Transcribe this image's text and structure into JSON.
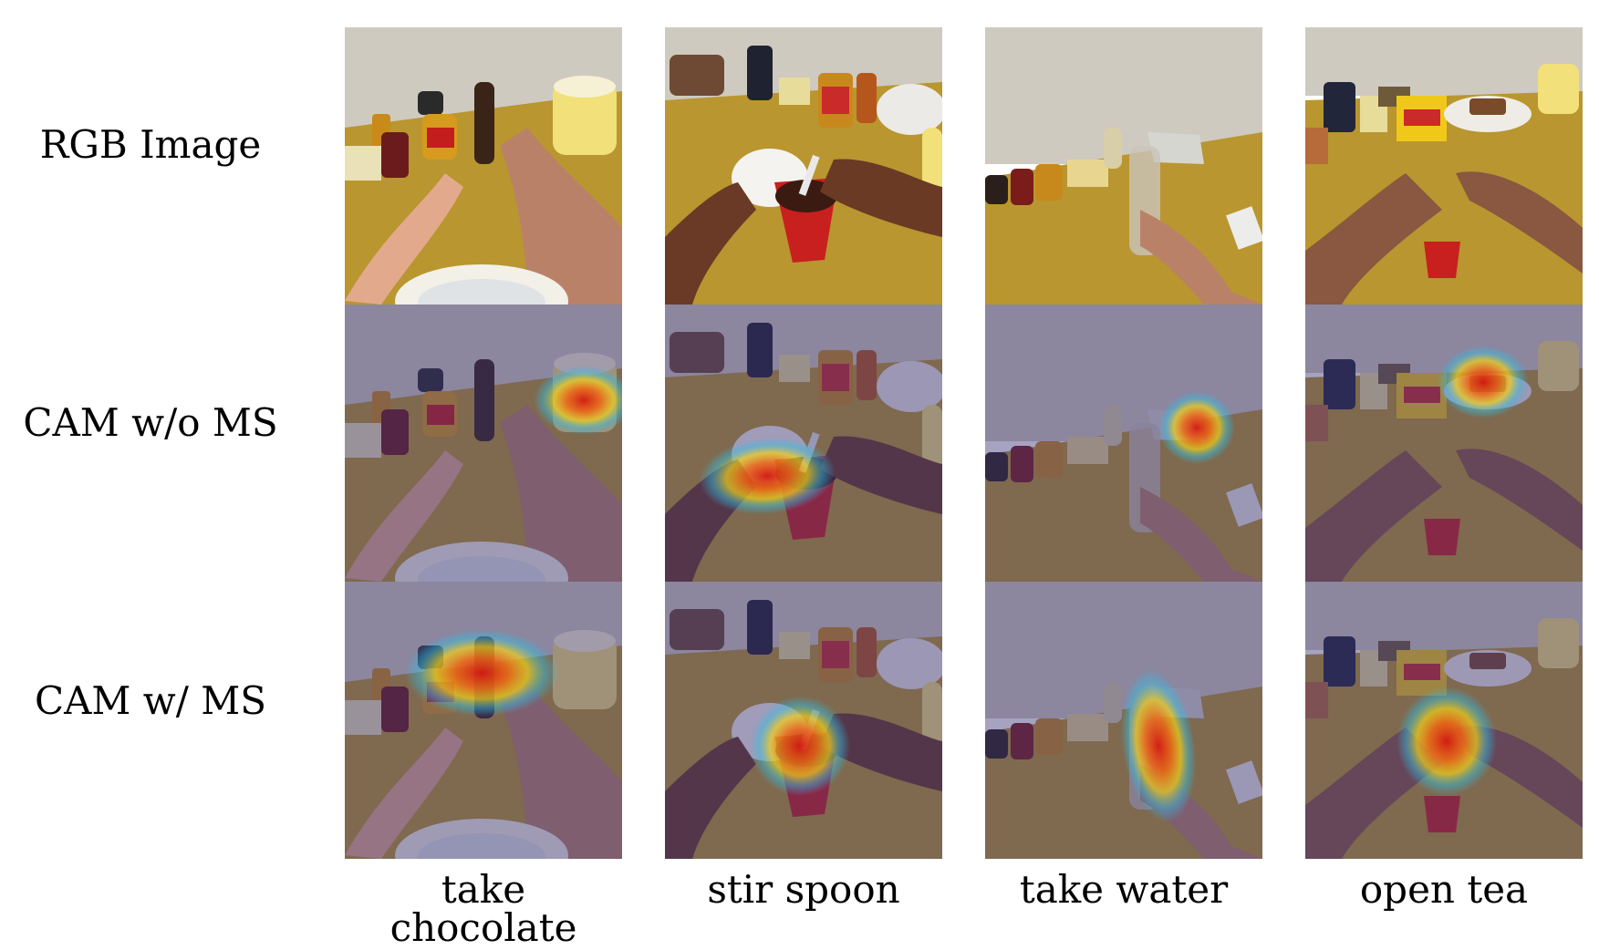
{
  "row_labels": [
    "RGB Image",
    "CAM w/o MS",
    "CAM w/ MS"
  ],
  "column_labels": [
    "take chocolate",
    "stir spoon",
    "take water",
    "open tea"
  ],
  "colors": {
    "table": "#b9962f",
    "wall": "#cfcac0",
    "overlay_tint": "#3a3478",
    "heat_hot": "#d61a10",
    "heat_warm": "#f2d21a",
    "heat_cool": "#2ec0e6"
  },
  "heatmaps": [
    [
      "none",
      "none",
      "none",
      "none"
    ],
    [
      "top-right jar",
      "cup and hand",
      "bottle top",
      "plate"
    ],
    [
      "hand and bottle",
      "cup",
      "bottle",
      "hands"
    ]
  ]
}
